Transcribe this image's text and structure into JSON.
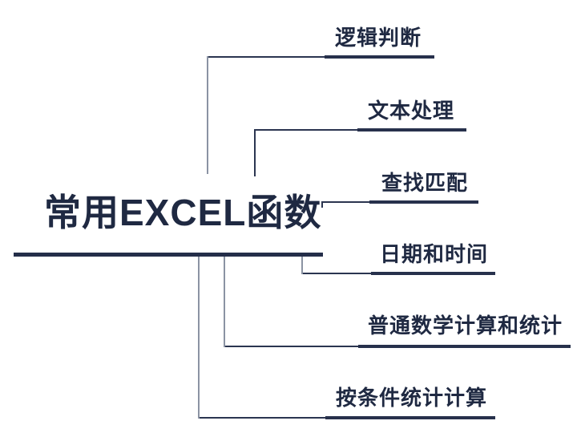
{
  "mindmap": {
    "root": {
      "label": "常用EXCEL函数"
    },
    "branches": [
      {
        "label": "逻辑判断"
      },
      {
        "label": "文本处理"
      },
      {
        "label": "查找匹配"
      },
      {
        "label": "日期和时间"
      },
      {
        "label": "普通数学计算和统计"
      },
      {
        "label": "按条件统计计算"
      }
    ],
    "colors": {
      "text": "#1f2942",
      "root_underline": "#242e49",
      "branch_underline": "#27314c",
      "connector_dark": "#2b3550",
      "connector_gray": "#8b93a3",
      "background": "#ffffff"
    }
  }
}
